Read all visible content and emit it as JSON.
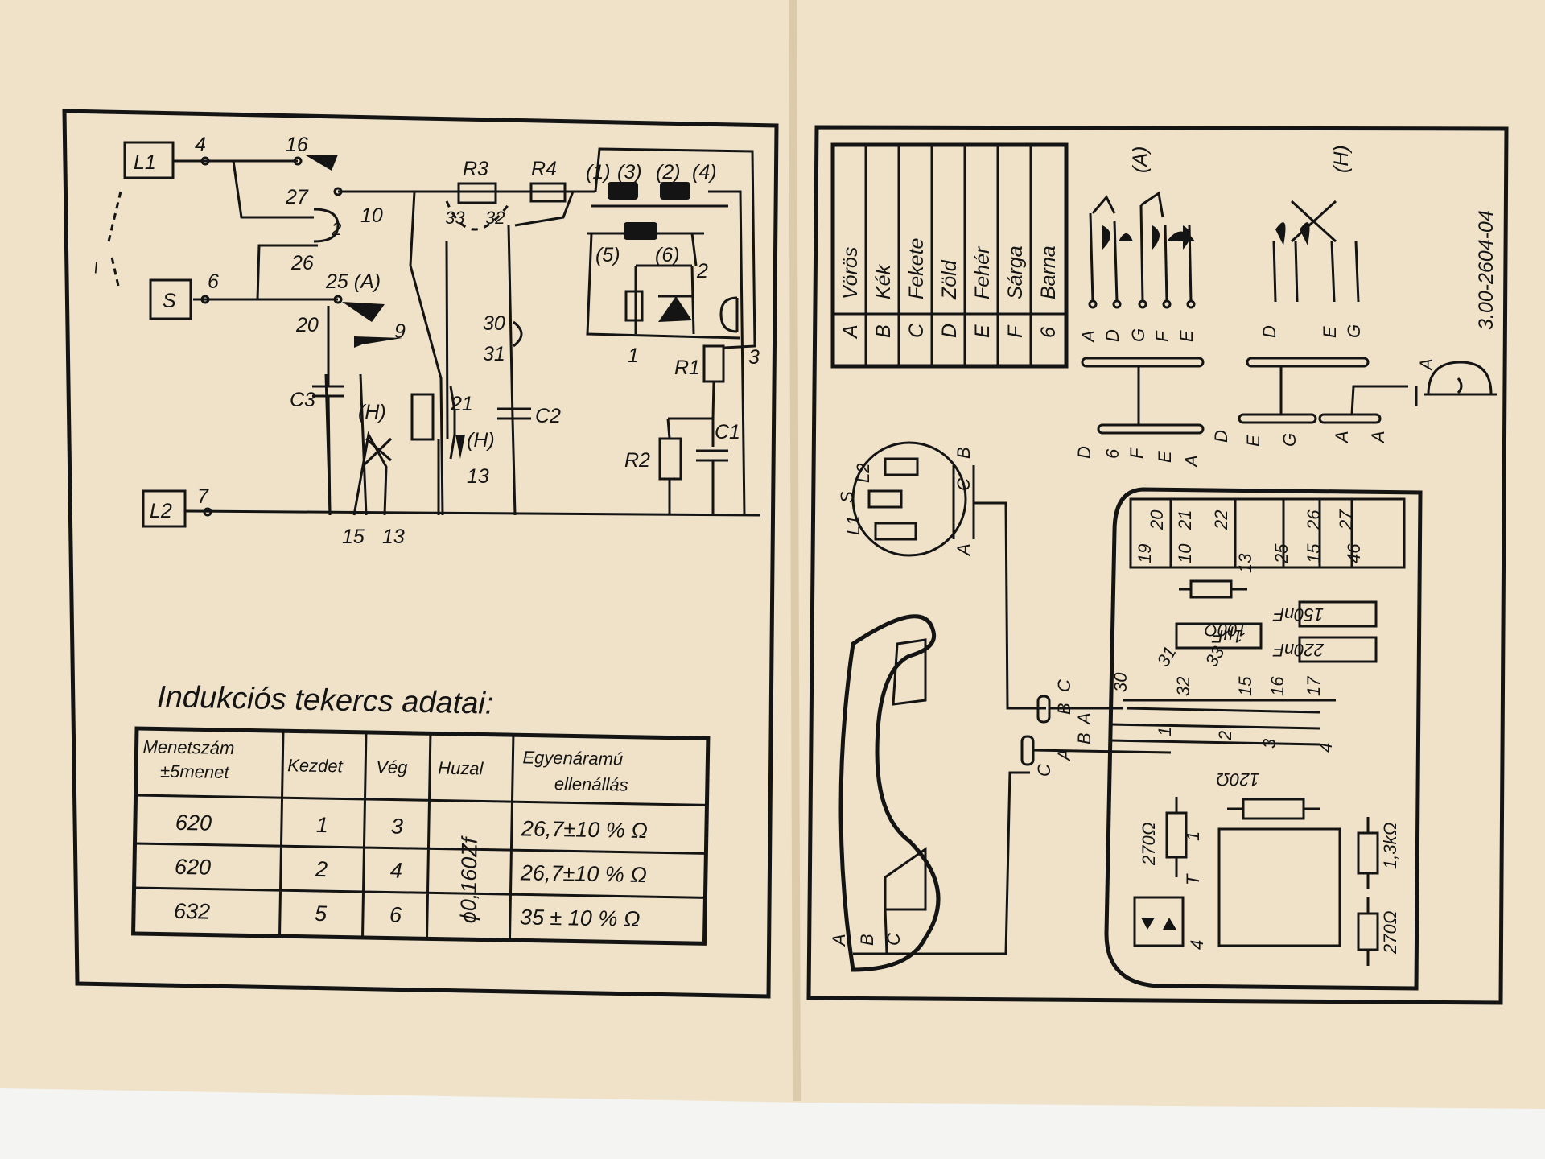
{
  "colors": {
    "paper": "#efe2c8",
    "paper_shadow": "#e4d3b4",
    "ink": "#141414",
    "background": "#f4f4f2"
  },
  "left": {
    "terminals": {
      "L1": "L1",
      "L2": "L2",
      "S": "S"
    },
    "labels": {
      "n4": "4",
      "n16": "16",
      "n27": "27",
      "n10": "10",
      "n26": "26",
      "n6": "6",
      "n25A": "25 (A)",
      "n20": "20",
      "n9": "9",
      "n7": "7",
      "n15": "15",
      "n13b": "13",
      "n21": "21",
      "n13a": "13",
      "H_a": "(H)",
      "H_b": "(H)",
      "R3": "R3",
      "R4": "R4",
      "n33": "33",
      "n32": "32",
      "n30": "30",
      "n31": "31",
      "C3": "C3",
      "C2": "C2",
      "C1": "C1",
      "R1": "R1",
      "R2": "R2",
      "w1": "(1)",
      "w3": "(3)",
      "w2": "(2)",
      "w4": "(4)",
      "w5": "(5)",
      "w6": "(6)",
      "d2": "2",
      "d1": "1",
      "d3": "3",
      "dash": "–"
    },
    "coil_title": "Indukciós tekercs adatai:",
    "coil_table": {
      "headers": [
        "Menetszám ±5menet",
        "Kezdet",
        "Vég",
        "Huzal",
        "Egyenáramú ellenállás"
      ],
      "rows": [
        [
          "620",
          "1",
          "3",
          "26,7±10 % Ω"
        ],
        [
          "620",
          "2",
          "4",
          "26,7±10 % Ω"
        ],
        [
          "632",
          "5",
          "6",
          "35 ± 10 % Ω"
        ]
      ],
      "wire": "ϕ0,160Zf"
    }
  },
  "right": {
    "doc_number": "3.00-2604-04",
    "color_legend": [
      {
        "code": "A",
        "name": "Vörös"
      },
      {
        "code": "B",
        "name": "Kék"
      },
      {
        "code": "C",
        "name": "Fekete"
      },
      {
        "code": "D",
        "name": "Zöld"
      },
      {
        "code": "E",
        "name": "Fehér"
      },
      {
        "code": "F",
        "name": "Sárga"
      },
      {
        "code": "6",
        "name": "Barna"
      }
    ],
    "group_A": "(A)",
    "group_H": "(H)",
    "pinsA": [
      "A",
      "D",
      "G",
      "F",
      "E"
    ],
    "pinsH": [
      "D",
      "E",
      "G"
    ],
    "bus_labels": [
      "D",
      "6",
      "F",
      "E",
      "A",
      "D",
      "E",
      "G",
      "A",
      "A"
    ],
    "bell_label": "A",
    "terms_top": [
      "20",
      "21",
      "22",
      "26",
      "27"
    ],
    "terms_bot": [
      "19",
      "10",
      "13",
      "25",
      "15",
      "46"
    ],
    "parts": {
      "r100": "100Ω",
      "c1uf": "1µF",
      "c150": "150nF",
      "c220": "220nF",
      "r120": "120Ω",
      "r270a": "270Ω",
      "r270b": "270Ω",
      "r13k": "1,3kΩ",
      "T": "T",
      "one": "1",
      "four": "4"
    },
    "pcb_numbers": [
      "30",
      "31",
      "33",
      "32",
      "15",
      "16",
      "17"
    ],
    "bottom_pins": [
      "1",
      "2",
      "3",
      "4"
    ],
    "plug_labels": [
      "C",
      "B",
      "A"
    ],
    "socket": {
      "L1": "L1",
      "L2": "L2",
      "S": "S",
      "A": "A",
      "B": "B",
      "C": "C"
    },
    "handset": {
      "A": "A",
      "B": "B",
      "C": "C"
    }
  }
}
